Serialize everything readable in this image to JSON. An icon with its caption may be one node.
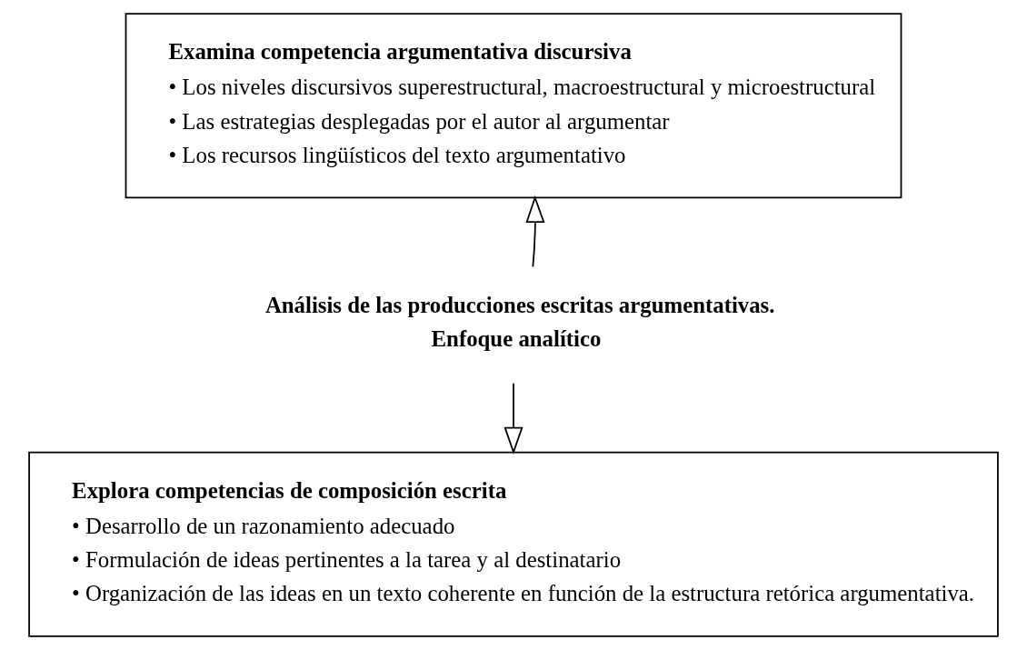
{
  "diagram": {
    "nodes": [
      {
        "text": [
          "Examina competencia argumentativa discursiva",
          "• Los niveles discursivos superestructural, macroestructural y microestructural",
          "• Las estrategias desplegadas por el autor al argumentar",
          "• Los recursos lingüísticos del texto argumentativo"
        ]
      },
      {
        "text": [
          "Análisis de las producciones escritas argumentativas.",
          "Enfoque analítico"
        ]
      },
      {
        "text": [
          "Explora competencias de composición escrita",
          "• Desarrollo de un razonamiento adecuado",
          "• Formulación de ideas pertinentes a la tarea y al destinatario",
          "• Organización de las ideas en un texto coherente en función de la estructura retórica argumentativa."
        ]
      }
    ],
    "edges": [
      {
        "from": 1,
        "to": 0,
        "arrow": "to"
      },
      {
        "from": 1,
        "to": 2,
        "arrow": "to"
      }
    ]
  }
}
